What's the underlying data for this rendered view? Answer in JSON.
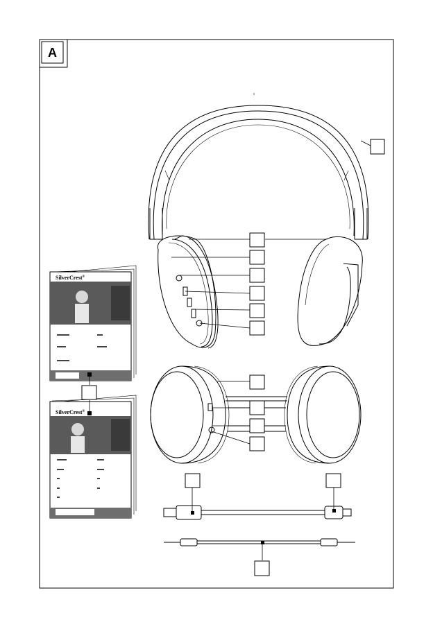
{
  "figure_label": "A",
  "manual_covers": [
    {
      "brand": "SilverCrest",
      "brand_mark": "®"
    },
    {
      "brand": "SilverCrest",
      "brand_mark": "®"
    }
  ]
}
